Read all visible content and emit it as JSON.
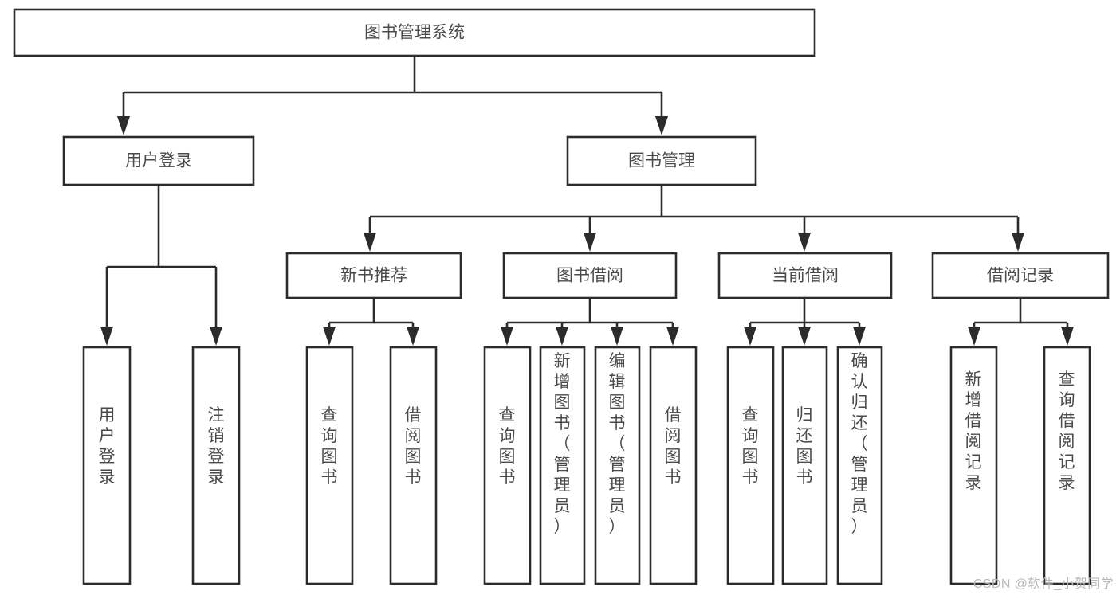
{
  "diagram": {
    "type": "tree",
    "title": "图书管理系统",
    "orientation": "top-down",
    "levels": 4,
    "colors": {
      "box_stroke": "#2b2b2b",
      "box_fill": "#ffffff",
      "text": "#4a4a4a",
      "connector": "#2b2b2b",
      "background": "#ffffff",
      "watermark": "#b9b9b9"
    },
    "nodes": {
      "root": {
        "label": "图书管理系统"
      },
      "level2": [
        {
          "id": "user-login",
          "label": "用户登录"
        },
        {
          "id": "book-management",
          "label": "图书管理"
        }
      ],
      "level3": [
        {
          "id": "new-book-recommend",
          "label": "新书推荐",
          "parent": "book-management"
        },
        {
          "id": "book-borrow",
          "label": "图书借阅",
          "parent": "book-management"
        },
        {
          "id": "current-borrow",
          "label": "当前借阅",
          "parent": "book-management"
        },
        {
          "id": "borrow-record",
          "label": "借阅记录",
          "parent": "book-management"
        }
      ],
      "leaves": [
        {
          "id": "leaf-user-login",
          "label": "用户登录",
          "parent": "user-login"
        },
        {
          "id": "leaf-logout",
          "label": "注销登录",
          "parent": "user-login"
        },
        {
          "id": "leaf-query-book-1",
          "label": "查询图书",
          "parent": "new-book-recommend"
        },
        {
          "id": "leaf-borrow-book-1",
          "label": "借阅图书",
          "parent": "new-book-recommend"
        },
        {
          "id": "leaf-query-book-2",
          "label": "查询图书",
          "parent": "book-borrow"
        },
        {
          "id": "leaf-add-book",
          "label": "新增图书（管理员）",
          "parent": "book-borrow"
        },
        {
          "id": "leaf-edit-book",
          "label": "编辑图书（管理员）",
          "parent": "book-borrow"
        },
        {
          "id": "leaf-borrow-book-2",
          "label": "借阅图书",
          "parent": "book-borrow"
        },
        {
          "id": "leaf-query-book-3",
          "label": "查询图书",
          "parent": "current-borrow"
        },
        {
          "id": "leaf-return-book",
          "label": "归还图书",
          "parent": "current-borrow"
        },
        {
          "id": "leaf-confirm-return",
          "label": "确认归还（管理员）",
          "parent": "current-borrow"
        },
        {
          "id": "leaf-add-record",
          "label": "新增借阅记录",
          "parent": "borrow-record"
        },
        {
          "id": "leaf-query-record",
          "label": "查询借阅记录",
          "parent": "borrow-record"
        }
      ]
    }
  },
  "watermark": {
    "text": "CSDN @软件_小贺同学"
  }
}
